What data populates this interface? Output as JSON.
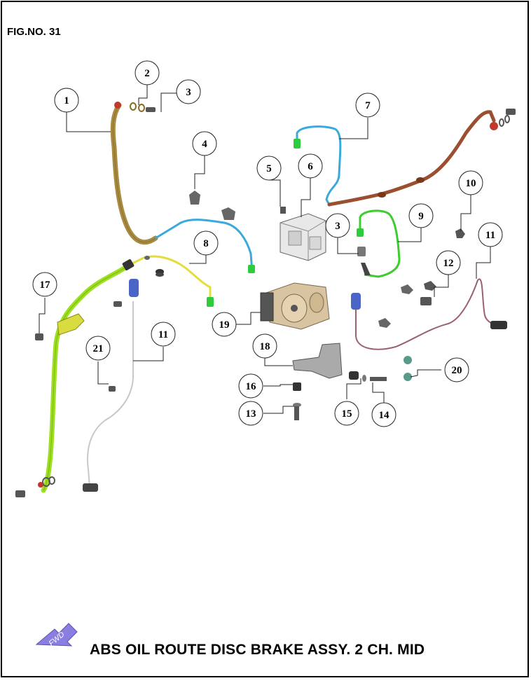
{
  "figure_number": "FIG.NO. 31",
  "title": "ABS OIL ROUTE DISC BRAKE ASSY. 2 CH. MID",
  "fwd_arrow": {
    "label": "FWD",
    "color": "#8a7fe0"
  },
  "callout_numbers": [
    "1",
    "2",
    "3",
    "4",
    "5",
    "6",
    "7",
    "3",
    "9",
    "8",
    "10",
    "11",
    "12",
    "17",
    "11",
    "19",
    "21",
    "18",
    "16",
    "13",
    "15",
    "14",
    "20"
  ],
  "colors": {
    "hose_tan": "#a88a40",
    "hose_blue": "#3aa9de",
    "hose_yellow": "#e3de3a",
    "hose_lime": "#9ee020",
    "hose_copper": "#9a5030",
    "hose_green": "#3ccc2c",
    "sensor_cable_gray": "#c8c8c8",
    "sensor_cable_mauve": "#9a6078",
    "abs_unit": "#d8c4a0",
    "connector_blue": "#4a64c8"
  }
}
